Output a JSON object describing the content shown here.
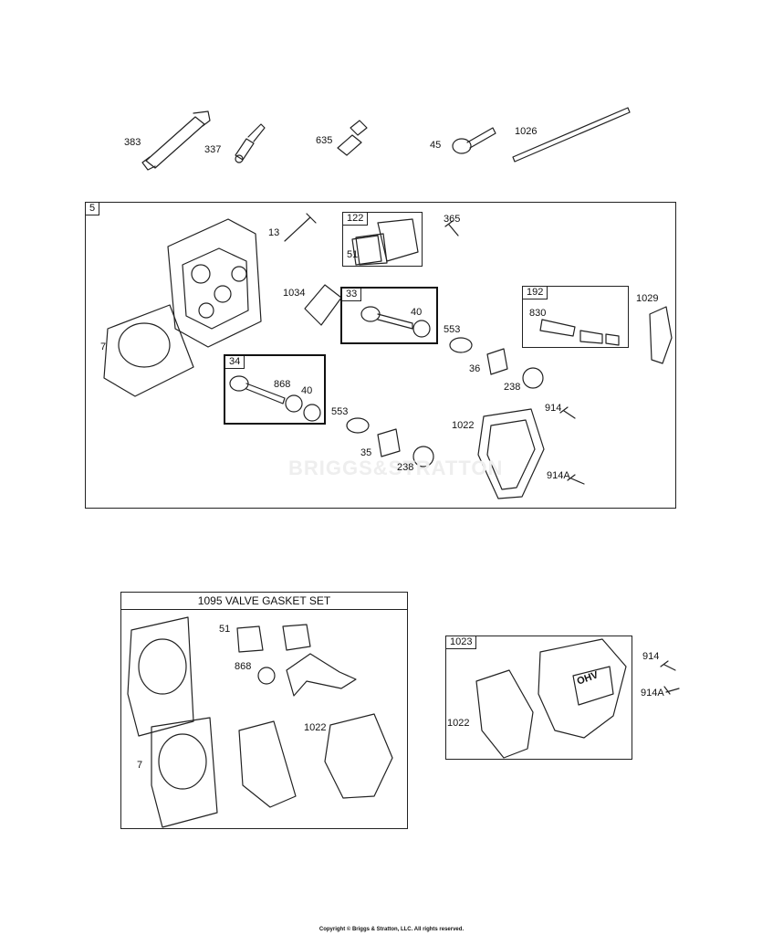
{
  "labels": {
    "p383": "383",
    "p337": "337",
    "p635": "635",
    "p45": "45",
    "p1026": "1026",
    "box5": "5",
    "p13": "13",
    "p365": "365",
    "p122": "122",
    "p51": "51",
    "p1034": "1034",
    "p33": "33",
    "p40a": "40",
    "p192": "192",
    "p830": "830",
    "p1029": "1029",
    "p7": "7",
    "p553a": "553",
    "p36": "36",
    "p238a": "238",
    "p34": "34",
    "p868": "868",
    "p40b": "40",
    "p553b": "553",
    "p35": "35",
    "p238b": "238",
    "p914": "914",
    "p1022": "1022",
    "p914a": "914A"
  },
  "watermark": "BRIGGS&STRATTON",
  "gasket_set": {
    "title": "1095 VALVE GASKET SET",
    "p51": "51",
    "p868": "868",
    "p1022": "1022",
    "p7": "7"
  },
  "cover_box": {
    "tag": "1023",
    "p1022": "1022",
    "p914": "914",
    "p914a": "914A",
    "logo": "OHV"
  },
  "copyright": "Copyright © Briggs & Stratton, LLC. All rights reserved."
}
